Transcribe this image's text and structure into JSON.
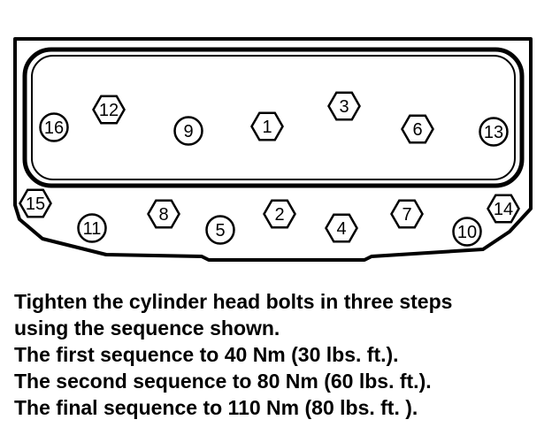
{
  "diagram": {
    "bolts": [
      {
        "label": "16",
        "shape": "circle"
      },
      {
        "label": "12",
        "shape": "hexagon"
      },
      {
        "label": "9",
        "shape": "circle"
      },
      {
        "label": "1",
        "shape": "hexagon"
      },
      {
        "label": "3",
        "shape": "hexagon"
      },
      {
        "label": "6",
        "shape": "hexagon"
      },
      {
        "label": "13",
        "shape": "circle"
      },
      {
        "label": "15",
        "shape": "hexagon"
      },
      {
        "label": "11",
        "shape": "circle"
      },
      {
        "label": "8",
        "shape": "hexagon"
      },
      {
        "label": "5",
        "shape": "circle"
      },
      {
        "label": "2",
        "shape": "hexagon"
      },
      {
        "label": "4",
        "shape": "hexagon"
      },
      {
        "label": "7",
        "shape": "hexagon"
      },
      {
        "label": "10",
        "shape": "circle"
      },
      {
        "label": "14",
        "shape": "hexagon"
      }
    ]
  },
  "caption": {
    "lines": [
      "Tighten the cylinder head bolts in three steps",
      "using the sequence shown.",
      "The first sequence to 40 Nm (30 lbs. ft.).",
      "The second sequence to 80 Nm (60 lbs. ft.).",
      "The final sequence to 110 Nm (80 lbs. ft. )."
    ]
  },
  "colors": {
    "line": "#000000",
    "background": "#ffffff"
  }
}
